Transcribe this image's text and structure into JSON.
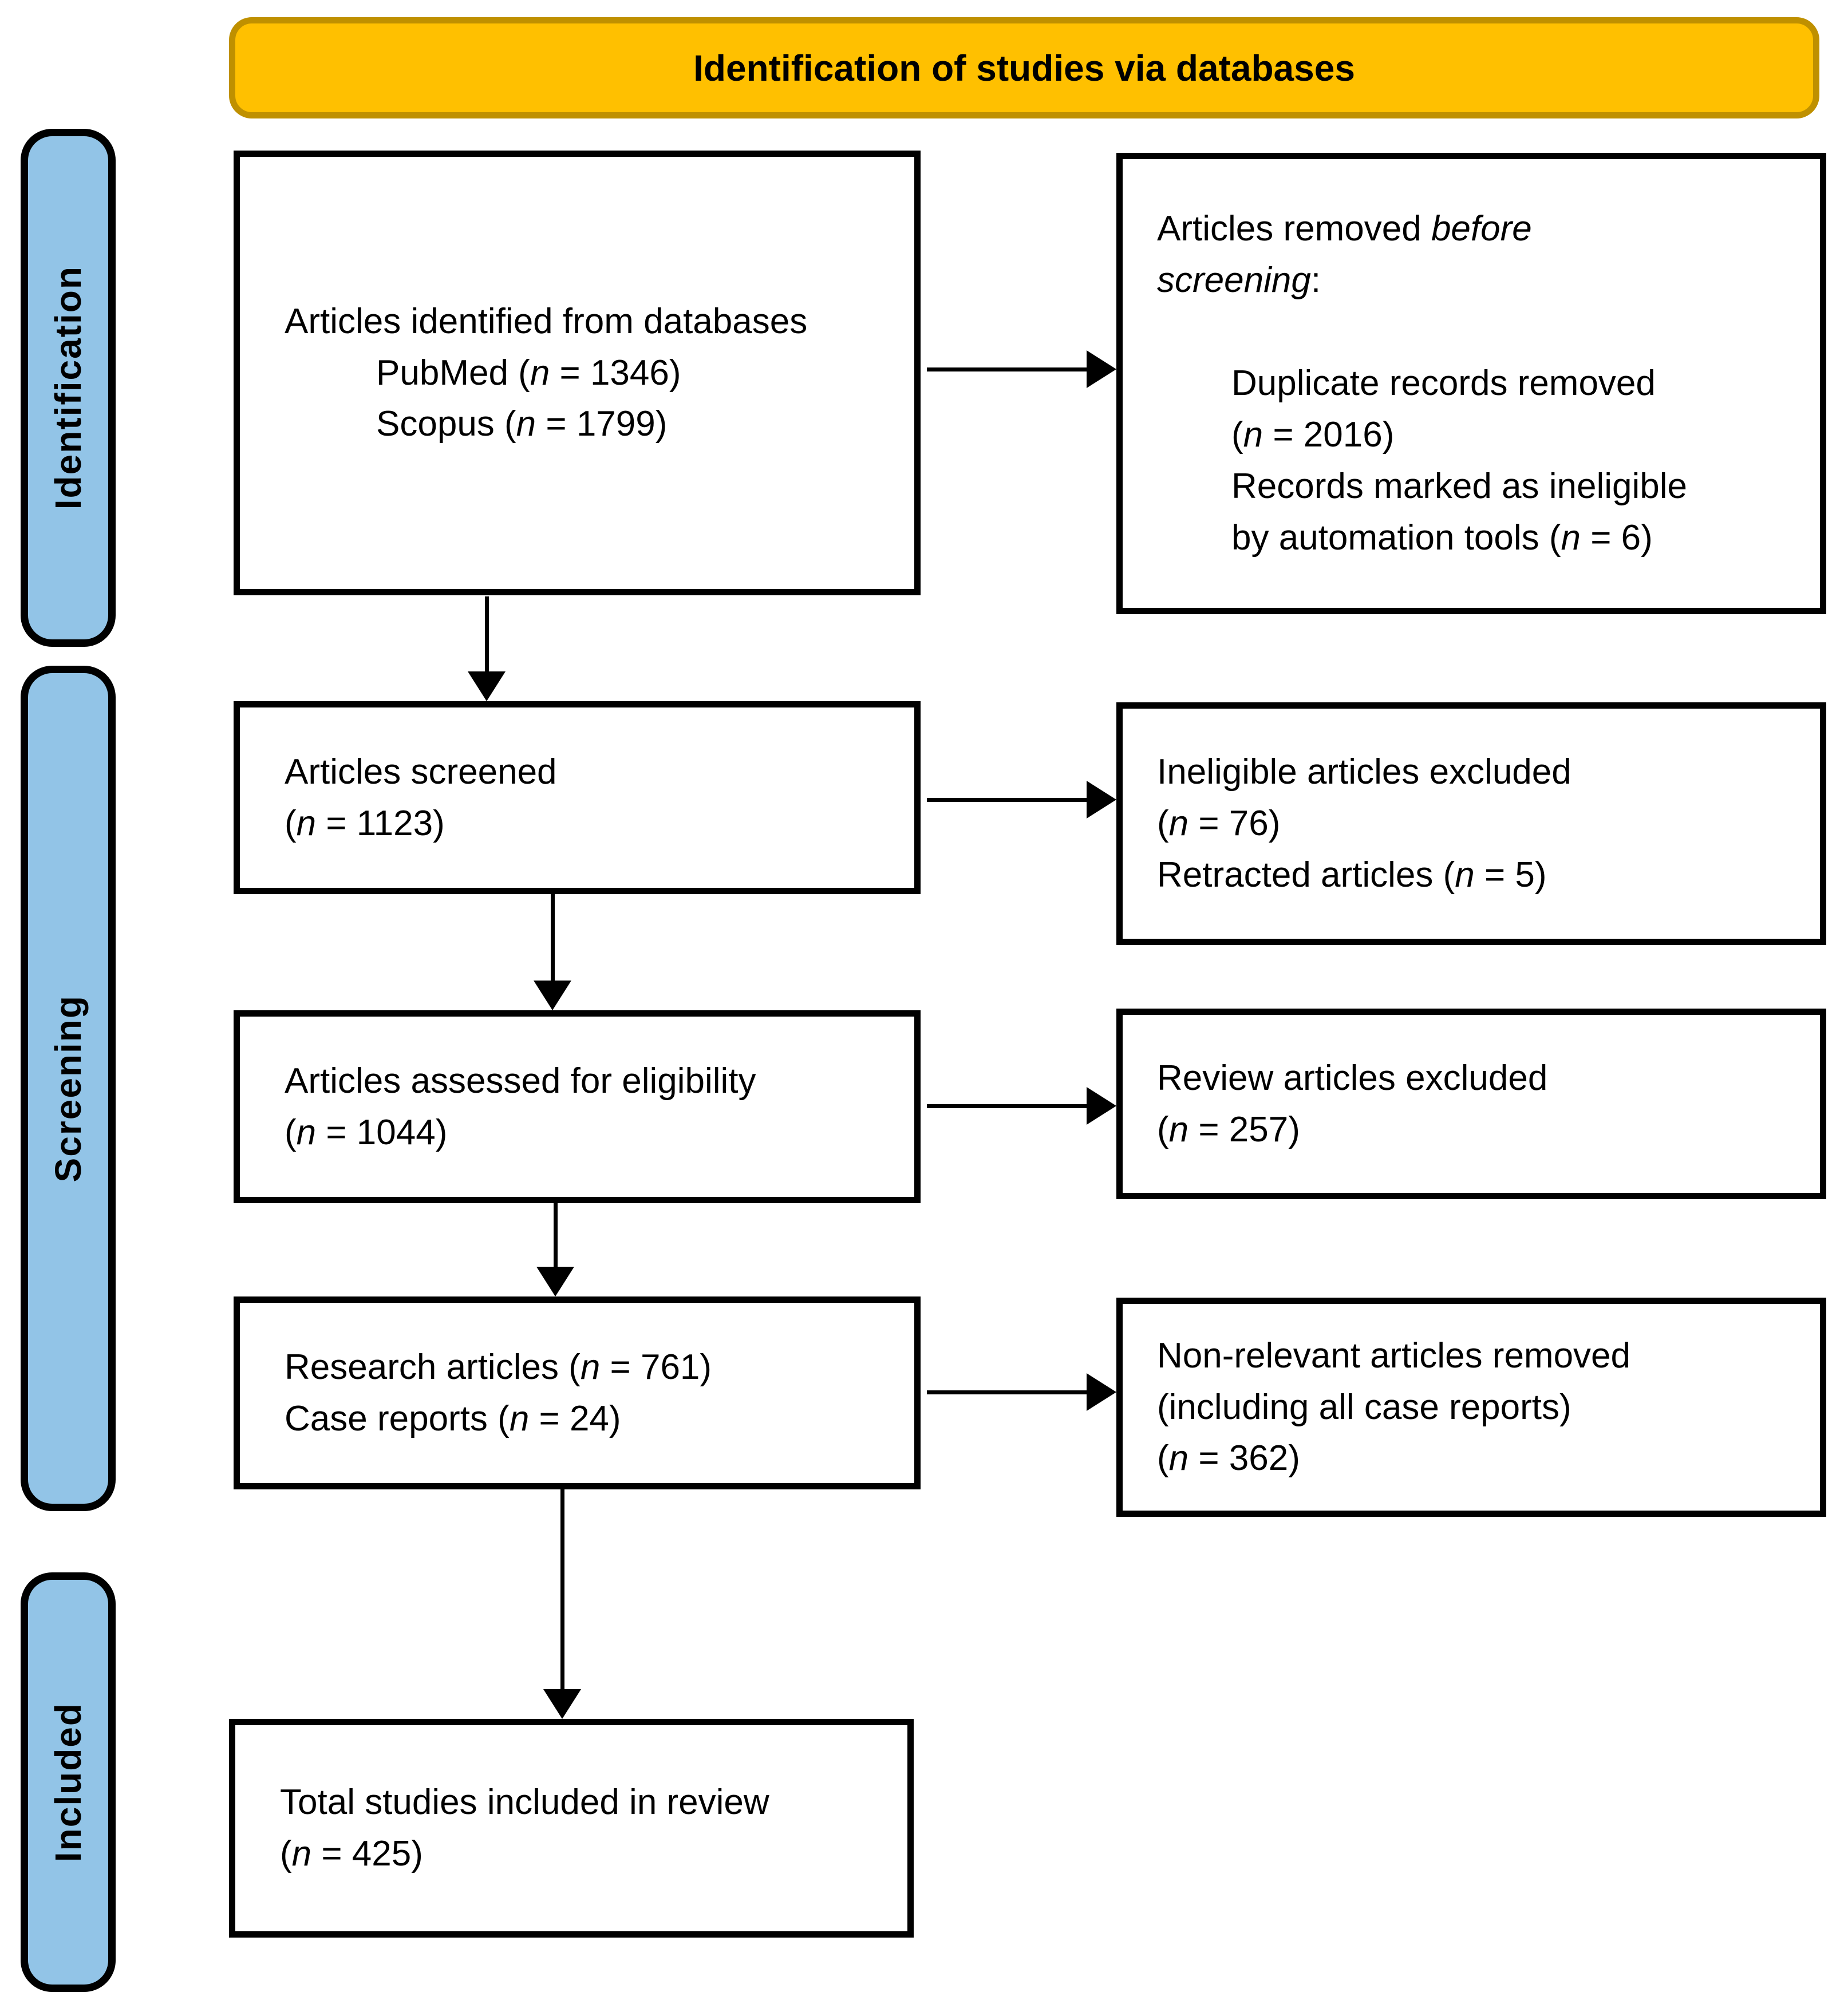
{
  "banner": {
    "label": "Identification of studies via databases"
  },
  "sidebar": {
    "labels": [
      {
        "id": "identification",
        "label": "Identification"
      },
      {
        "id": "screening",
        "label": "Screening"
      },
      {
        "id": "included",
        "label": "Included"
      }
    ]
  },
  "colors": {
    "banner_fill": "#FFC000",
    "banner_border": "#BF9000",
    "phase_bar_fill": "#92C4E7",
    "box_border": "#000000",
    "text": "#000000",
    "background": "#FFFFFF"
  },
  "boxes": {
    "identified": {
      "lines": [
        {
          "indent": false,
          "parts": [
            [
              "Articles identified from databases",
              ""
            ]
          ]
        },
        {
          "indent": true,
          "parts": [
            [
              "PubMed (",
              ""
            ],
            [
              "n",
              "i"
            ],
            [
              " = 1346)",
              ""
            ]
          ]
        },
        {
          "indent": true,
          "parts": [
            [
              "Scopus (",
              ""
            ],
            [
              "n",
              "i"
            ],
            [
              " = 1799)",
              ""
            ]
          ]
        }
      ]
    },
    "removed_before_screening": {
      "lines": [
        {
          "indent": false,
          "parts": [
            [
              "Articles removed ",
              ""
            ],
            [
              "before",
              "i"
            ]
          ]
        },
        {
          "indent": false,
          "parts": [
            [
              "screening",
              "i"
            ],
            [
              ":",
              ""
            ]
          ]
        },
        {
          "indent": false,
          "parts": [
            [
              " ",
              ""
            ]
          ]
        },
        {
          "indent": true,
          "parts": [
            [
              "Duplicate records removed",
              ""
            ]
          ]
        },
        {
          "indent": true,
          "parts": [
            [
              "(",
              ""
            ],
            [
              "n",
              "i"
            ],
            [
              " = 2016)",
              ""
            ]
          ]
        },
        {
          "indent": true,
          "parts": [
            [
              "Records marked as ineligible",
              ""
            ]
          ]
        },
        {
          "indent": true,
          "parts": [
            [
              "by automation tools (",
              ""
            ],
            [
              "n",
              "i"
            ],
            [
              " = 6)",
              ""
            ]
          ]
        }
      ]
    },
    "screened": {
      "lines": [
        {
          "indent": false,
          "parts": [
            [
              "Articles screened",
              ""
            ]
          ]
        },
        {
          "indent": false,
          "parts": [
            [
              "(",
              ""
            ],
            [
              "n",
              "i"
            ],
            [
              " = 1123)",
              ""
            ]
          ]
        }
      ]
    },
    "ineligible_excluded": {
      "lines": [
        {
          "indent": false,
          "parts": [
            [
              "Ineligible articles excluded",
              ""
            ]
          ]
        },
        {
          "indent": false,
          "parts": [
            [
              "(",
              ""
            ],
            [
              "n",
              "i"
            ],
            [
              " = 76)",
              ""
            ]
          ]
        },
        {
          "indent": false,
          "parts": [
            [
              "Retracted articles (",
              ""
            ],
            [
              "n",
              "i"
            ],
            [
              " = 5)",
              ""
            ]
          ]
        }
      ]
    },
    "assessed": {
      "lines": [
        {
          "indent": false,
          "parts": [
            [
              "Articles assessed for eligibility",
              ""
            ]
          ]
        },
        {
          "indent": false,
          "parts": [
            [
              "(",
              ""
            ],
            [
              "n",
              "i"
            ],
            [
              " = 1044)",
              ""
            ]
          ]
        }
      ]
    },
    "review_excluded": {
      "lines": [
        {
          "indent": false,
          "parts": [
            [
              "Review articles excluded",
              ""
            ]
          ]
        },
        {
          "indent": false,
          "parts": [
            [
              "(",
              ""
            ],
            [
              "n",
              "i"
            ],
            [
              " = 257)",
              ""
            ]
          ]
        }
      ]
    },
    "research_case": {
      "lines": [
        {
          "indent": false,
          "parts": [
            [
              "Research articles (",
              ""
            ],
            [
              "n",
              "i"
            ],
            [
              " = 761)",
              ""
            ]
          ]
        },
        {
          "indent": false,
          "parts": [
            [
              "Case reports (",
              ""
            ],
            [
              "n",
              "i"
            ],
            [
              " = 24)",
              ""
            ]
          ]
        }
      ]
    },
    "nonrelevant_removed": {
      "lines": [
        {
          "indent": false,
          "parts": [
            [
              "Non-relevant articles removed",
              ""
            ]
          ]
        },
        {
          "indent": false,
          "parts": [
            [
              "(including all case reports)",
              ""
            ]
          ]
        },
        {
          "indent": false,
          "parts": [
            [
              "(",
              ""
            ],
            [
              "n",
              "i"
            ],
            [
              " = 362)",
              ""
            ]
          ]
        }
      ]
    },
    "included_total": {
      "lines": [
        {
          "indent": false,
          "parts": [
            [
              "Total studies included in review",
              ""
            ]
          ]
        },
        {
          "indent": false,
          "parts": [
            [
              "(",
              ""
            ],
            [
              "n",
              "i"
            ],
            [
              " = 425)",
              ""
            ]
          ]
        }
      ]
    }
  }
}
